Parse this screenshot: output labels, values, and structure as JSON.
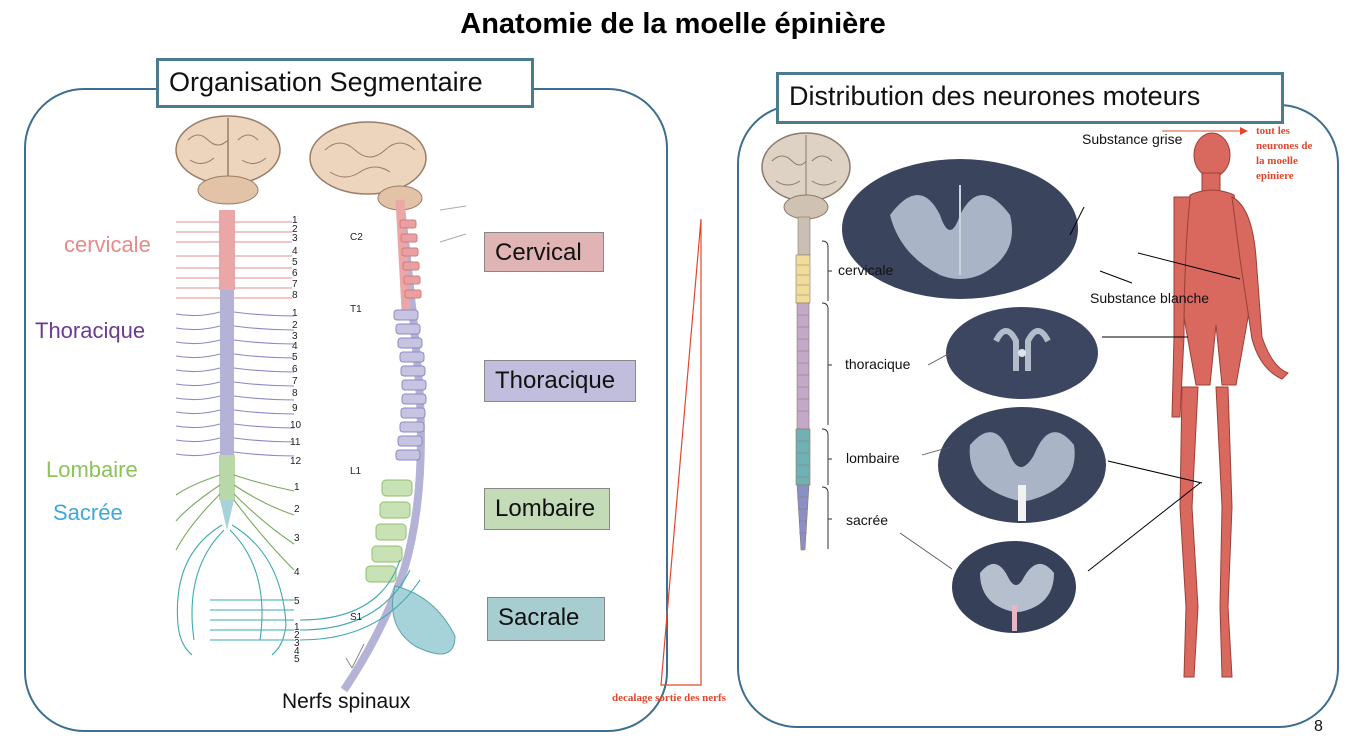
{
  "title": "Anatomie de la moelle épinière",
  "left_panel": {
    "header": "Organisation Segmentaire",
    "region_labels": {
      "cervicale": "cervicale",
      "thoracique": "Thoracique",
      "lombaire": "Lombaire",
      "sacree": "Sacrée"
    },
    "region_boxes": {
      "cervical": "Cervical",
      "thoracique": "Thoracique",
      "lombaire": "Lombaire",
      "sacrale": "Sacrale"
    },
    "vertebra_labels": {
      "c2": "C2",
      "t1": "T1",
      "l1": "L1",
      "s1": "S1"
    },
    "cervical_numbers": [
      "1",
      "2",
      "3",
      "4",
      "5",
      "6",
      "7",
      "8"
    ],
    "thoracic_numbers": [
      "1",
      "2",
      "3",
      "4",
      "5",
      "6",
      "7",
      "8",
      "9",
      "10",
      "11",
      "12"
    ],
    "lumbar_numbers": [
      "1",
      "2",
      "3",
      "4",
      "5"
    ],
    "sacral_numbers": [
      "1",
      "2",
      "3",
      "4",
      "5"
    ],
    "nerves_label": "Nerfs spinaux"
  },
  "right_panel": {
    "header": "Distribution des neurones moteurs",
    "gray_matter": "Substance grise",
    "white_matter": "Substance blanche",
    "levels": {
      "cervicale": "cervicale",
      "thoracique": "thoracique",
      "lombaire": "lombaire",
      "sacree": "sacrée"
    },
    "note_right": "tout les neurones de la moelle epiniere"
  },
  "note_bottom": "decalage sortie des nerfs",
  "page_number": "8",
  "colors": {
    "cervical": "#e0b4b4",
    "thoracic": "#c0bedc",
    "lumbar": "#c3dbb6",
    "sacral": "#a8cdd0",
    "frame": "#3d6e8f",
    "note": "#e2472c"
  }
}
